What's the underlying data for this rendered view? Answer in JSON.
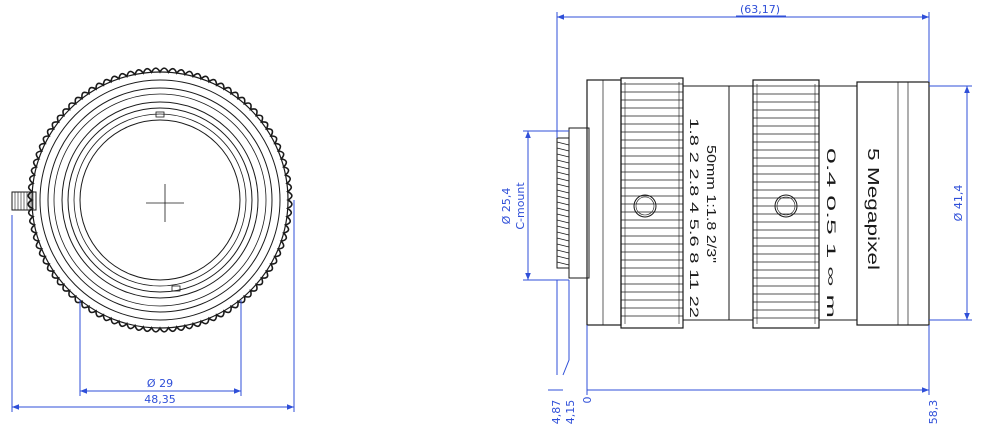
{
  "front_view": {
    "dim_inner_diameter": "Ø 29",
    "dim_outer_diameter": "48,35"
  },
  "side_view": {
    "dim_overall_length": "(63,17)",
    "dim_body_length_end": "58,3",
    "dim_mount_diameter": "Ø 25,4",
    "dim_mount_name": "C-mount",
    "dim_body_diameter": "Ø 41,4",
    "dim_offset_a": "4,87",
    "dim_offset_b": "4,15",
    "dim_offset_zero": "0",
    "lens_focal": "50mm 1:1.8 2/3\"",
    "lens_aperture_scale": "1.8 2 2.8 4 5.6 8 11 22",
    "lens_distance_scale": "0.4 0.5 1 ∞ m",
    "lens_megapixel": "5 Megapixel"
  },
  "colors": {
    "dimension": "#2f4fd8",
    "outline": "#1a1a1a"
  }
}
